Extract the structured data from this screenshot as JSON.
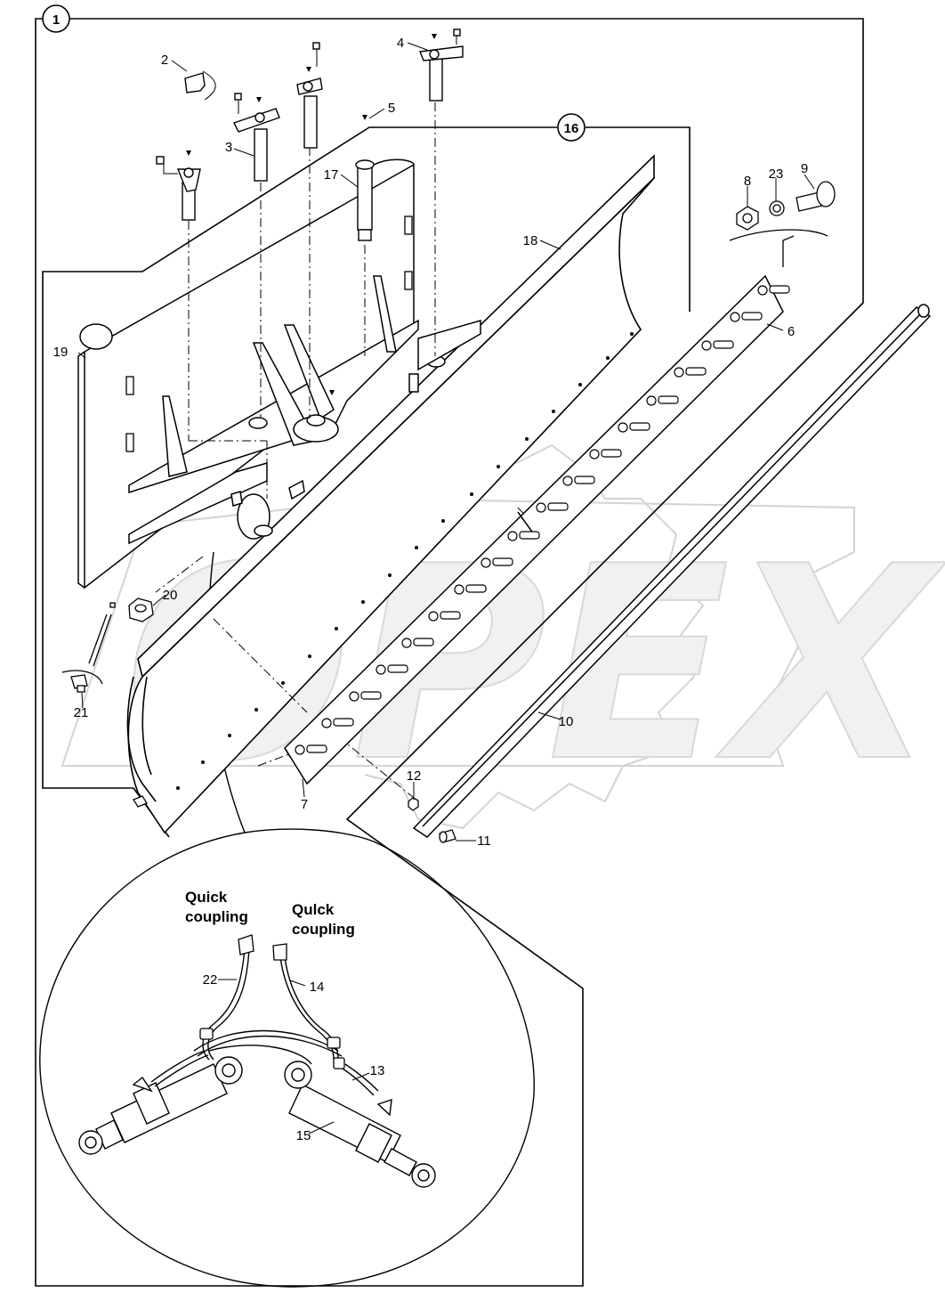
{
  "corner_mark": "",
  "groups": {
    "outer": "1",
    "inner": "16"
  },
  "callouts": {
    "c2": "2",
    "c3": "3",
    "c4": "4",
    "c5": "5",
    "c6": "6",
    "c7": "7",
    "c8": "8",
    "c9": "9",
    "c10": "10",
    "c11": "11",
    "c12": "12",
    "c13": "13",
    "c14": "14",
    "c15": "15",
    "c17": "17",
    "c18": "18",
    "c19": "19",
    "c20": "20",
    "c21": "21",
    "c22": "22",
    "c23": "23"
  },
  "detail_labels": {
    "quick_coupling_1_line1": "Quick",
    "quick_coupling_1_line2": "coupling",
    "quick_coupling_2_line1": "Qulck",
    "quick_coupling_2_line2": "coupling"
  },
  "watermark": {
    "text": "OPEX",
    "color": "#e6e6e6"
  },
  "colors": {
    "line": "#000000",
    "background": "#ffffff"
  }
}
